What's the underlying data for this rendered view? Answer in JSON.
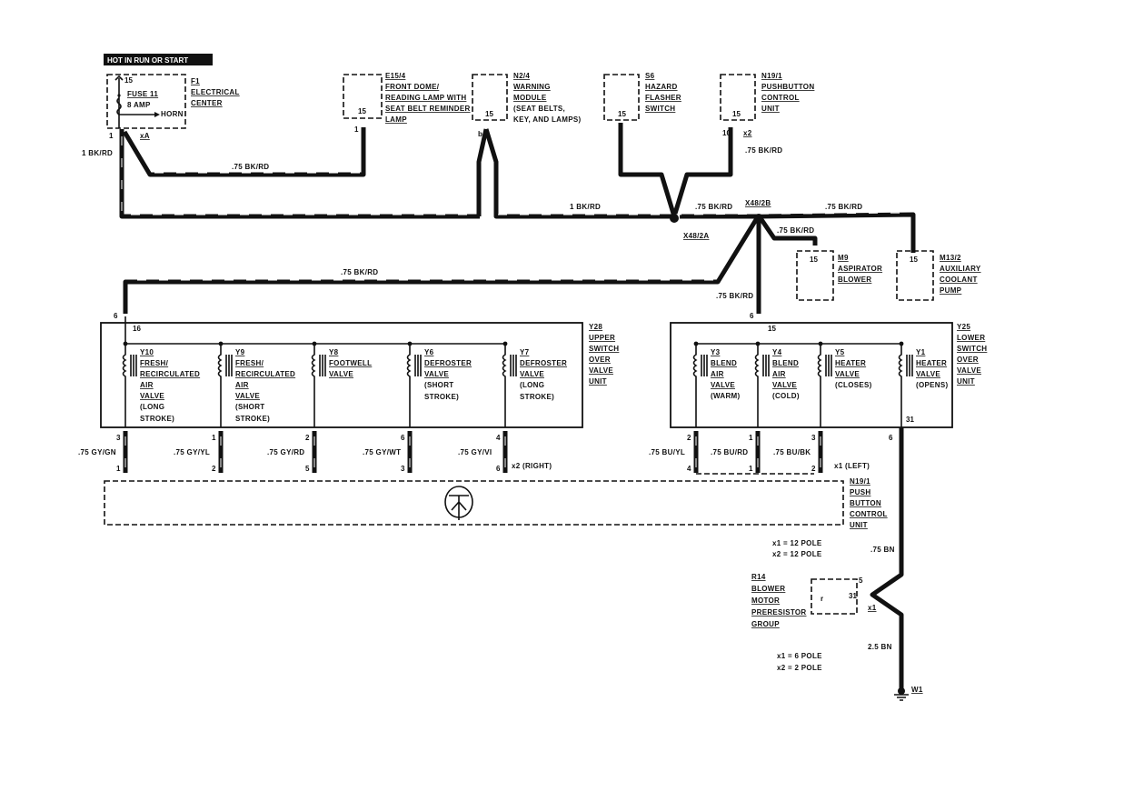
{
  "title": "HOT IN RUN OR START",
  "components": {
    "f1": {
      "id": "F1",
      "name": [
        "ELECTRICAL",
        "CENTER"
      ],
      "fuse": "FUSE 11",
      "amp": "8 AMP",
      "horn": "HORN",
      "pin_top": "15",
      "pin_bottom": "1",
      "connector": "xA"
    },
    "e15_4": {
      "id": "E15/4",
      "name": [
        "FRONT DOME/",
        "READING LAMP WITH",
        "SEAT BELT REMINDER",
        "LAMP"
      ],
      "pin": "15",
      "pin_out": "1"
    },
    "n2_4": {
      "id": "N2/4",
      "name": [
        "WARNING",
        "MODULE",
        "(SEAT BELTS,",
        "KEY, AND LAMPS)"
      ],
      "pin": "15",
      "pin_out": "b"
    },
    "s6": {
      "id": "S6",
      "name": [
        "HAZARD",
        "FLASHER",
        "SWITCH"
      ],
      "pin": "15"
    },
    "n19_1_top": {
      "id": "N19/1",
      "name": [
        "PUSHBUTTON",
        "CONTROL",
        "UNIT"
      ],
      "pin": "15",
      "pin_out": "10",
      "connector": "x2"
    },
    "m9": {
      "id": "M9",
      "name": [
        "ASPIRATOR",
        "BLOWER"
      ],
      "pin": "15"
    },
    "m13_2": {
      "id": "M13/2",
      "name": [
        "AUXILIARY",
        "COOLANT",
        "PUMP"
      ],
      "pin": "15"
    },
    "y28": {
      "id": "Y28",
      "name": [
        "UPPER",
        "SWITCH",
        "OVER",
        "VALVE",
        "UNIT"
      ],
      "pin_in": "6",
      "pin_16": "16"
    },
    "y25": {
      "id": "Y25",
      "name": [
        "LOWER",
        "SWITCH",
        "OVER",
        "VALVE",
        "UNIT"
      ],
      "pin_in": "6",
      "pin_16": "15",
      "pin_31": "31"
    },
    "n19_1_bottom": {
      "id": "N19/1",
      "name": [
        "PUSH",
        "BUTTON",
        "CONTROL",
        "UNIT"
      ]
    },
    "r14": {
      "id": "R14",
      "name": [
        "BLOWER",
        "MOTOR",
        "PRERESISTOR",
        "GROUP"
      ],
      "pin_5": "5",
      "pin_31": "31",
      "connector": "x1"
    },
    "w1": {
      "id": "W1"
    }
  },
  "upper_valves": [
    {
      "id": "Y10",
      "lines": [
        "FRESH/",
        "RECIRCULATED",
        "AIR",
        "VALVE"
      ],
      "note": [
        "(LONG",
        "STROKE)"
      ],
      "pin_top": "3",
      "wire": ".75 GY/GN",
      "pin_bottom": "1"
    },
    {
      "id": "Y9",
      "lines": [
        "FRESH/",
        "RECIRCULATED",
        "AIR",
        "VALVE"
      ],
      "note": [
        "(SHORT",
        "STROKE)"
      ],
      "pin_top": "1",
      "wire": ".75 GY/YL",
      "pin_bottom": "2"
    },
    {
      "id": "Y8",
      "lines": [
        "FOOTWELL",
        "VALVE"
      ],
      "note": [],
      "pin_top": "2",
      "wire": ".75 GY/RD",
      "pin_bottom": "5"
    },
    {
      "id": "Y6",
      "lines": [
        "DEFROSTER",
        "VALVE"
      ],
      "note": [
        "(SHORT",
        "STROKE)"
      ],
      "pin_top": "6",
      "wire": ".75 GY/WT",
      "pin_bottom": "3"
    },
    {
      "id": "Y7",
      "lines": [
        "DEFROSTER",
        "VALVE"
      ],
      "note": [
        "(LONG",
        "STROKE)"
      ],
      "pin_top": "4",
      "wire": ".75 GY/VI",
      "pin_bottom": "6"
    }
  ],
  "lower_valves": [
    {
      "id": "Y3",
      "lines": [
        "BLEND",
        "AIR",
        "VALVE"
      ],
      "note": [
        "(WARM)"
      ],
      "pin_top": "2",
      "wire": ".75 BU/YL",
      "pin_bottom": "4"
    },
    {
      "id": "Y4",
      "lines": [
        "BLEND",
        "AIR",
        "VALVE"
      ],
      "note": [
        "(COLD)"
      ],
      "pin_top": "1",
      "wire": ".75 BU/RD",
      "pin_bottom": "1"
    },
    {
      "id": "Y5",
      "lines": [
        "HEATER",
        "VALVE"
      ],
      "note": [
        "(CLOSES)"
      ],
      "pin_top": "3",
      "wire": ".75 BU/BK",
      "pin_bottom": "2"
    },
    {
      "id": "Y1",
      "lines": [
        "HEATER",
        "VALVE"
      ],
      "note": [
        "(OPENS)"
      ],
      "pin_top": "6",
      "wire": "",
      "pin_bottom": ""
    }
  ],
  "wires": {
    "w_f1_main": "1 BK/RD",
    "w_f1_e15": ".75 BK/RD",
    "w_bus_left": "1 BK/RD",
    "w_bus_mid": ".75 BK/RD",
    "w_bus_right": ".75 BK/RD",
    "w_m9": ".75 BK/RD",
    "w_y28": ".75 BK/RD",
    "w_y25": ".75 BK/RD",
    "w_n19": ".75 BK/RD",
    "w_r14_top": ".75 BN",
    "w_r14_bottom": "2.5 BN"
  },
  "splices": {
    "s1": "X48/2A",
    "s2": "X48/2B"
  },
  "connector_notes": {
    "right": "x2 (RIGHT)",
    "left": "x1 (LEFT)",
    "n19_poles": [
      "x1 = 12 POLE",
      "x2 = 12 POLE"
    ],
    "r14_poles": [
      "x1 = 6 POLE",
      "x2 = 2 POLE"
    ]
  }
}
